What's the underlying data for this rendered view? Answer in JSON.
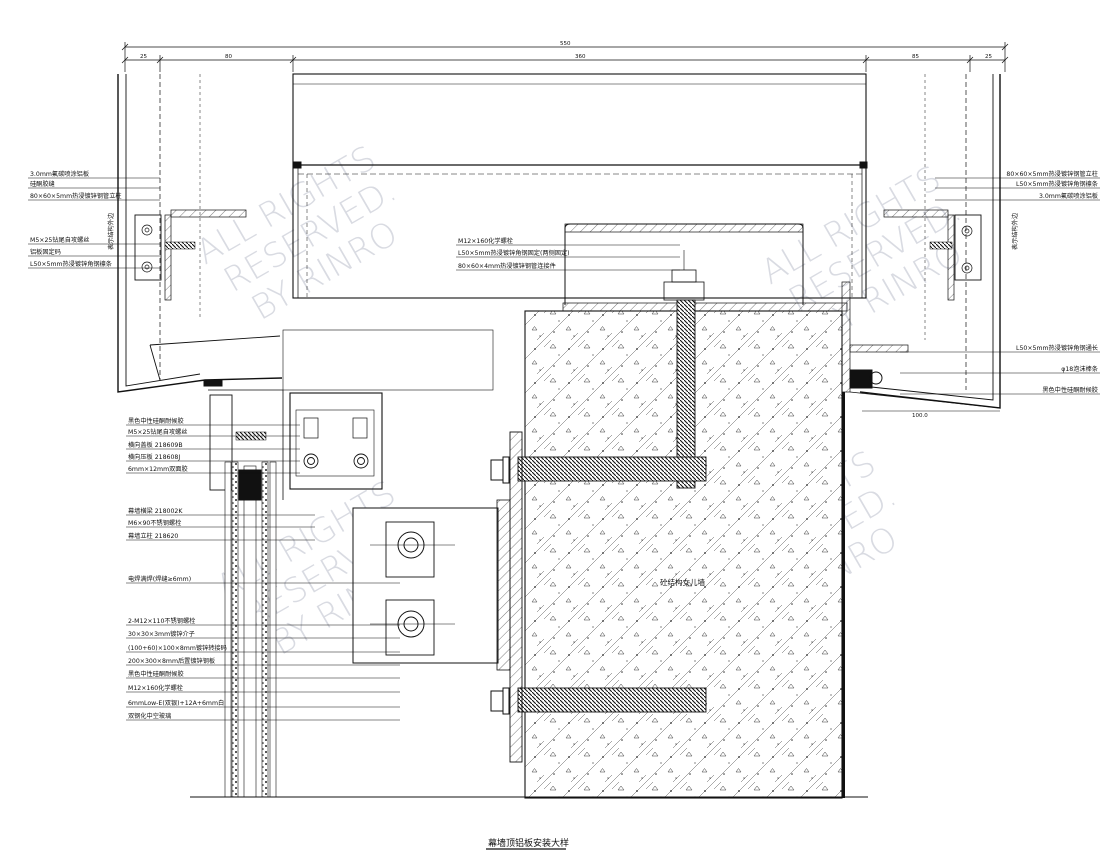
{
  "title": "幕墙顶铝板安装大样",
  "dimensions": {
    "overall": "550",
    "d1": "25",
    "d2": "80",
    "d3": "360",
    "d4": "85",
    "d5": "25",
    "d6": "100.0"
  },
  "labels_left_top": [
    "3.0mm氟碳喷涂铝板",
    "硅酮胶缝",
    "80×60×5mm热浸镀锌钢管立柱",
    "M5×25钻尾自攻螺丝",
    "铝板固定码",
    "L50×5mm热浸镀锌角钢檩条"
  ],
  "labels_right_top": [
    "80×60×5mm热浸镀锌钢管立柱",
    "L50×5mm热浸镀锌角钢檩条",
    "3.0mm氟碳喷涂铝板"
  ],
  "labels_right_lower": [
    "L50×5mm热浸镀锌角钢通长",
    "φ18泡沫棒条",
    "黑色中性硅酮耐候胶"
  ],
  "labels_center": [
    "M12×160化学螺栓",
    "L50×5mm热浸镀锌角钢固定(两侧固定)",
    "80×60×4mm热浸镀锌钢管连接件"
  ],
  "labels_left_mid": [
    "黑色中性硅酮耐候胶",
    "M5×25钻尾自攻螺丝",
    "横向盖板 218609B",
    "横向压板 218608J",
    "6mm×12mm双面胶"
  ],
  "labels_left_low": [
    "幕墙横梁 218002K",
    "M6×90不锈钢螺栓",
    "幕墙立柱 218620"
  ],
  "labels_left_bottom": [
    "电焊满焊(焊缝≥6mm)",
    "2-M12×110不锈钢螺栓",
    "30×30×3mm镀锌介子",
    "(100+60)×100×8mm镀锌转接码",
    "200×300×8mm后置镀锌钢板",
    "黑色中性硅酮耐候胶",
    "M12×160化学螺栓",
    "6mmLow-E(双银)+12A+6mm白",
    "双钢化中空玻璃"
  ],
  "vertical_labels": {
    "left": "表示结构外边",
    "right": "表示结构外边"
  },
  "concrete_label": "砼结构女儿墙",
  "watermark": [
    "ALL RIGHTS",
    "RESERVED.",
    "BY RINRO"
  ]
}
